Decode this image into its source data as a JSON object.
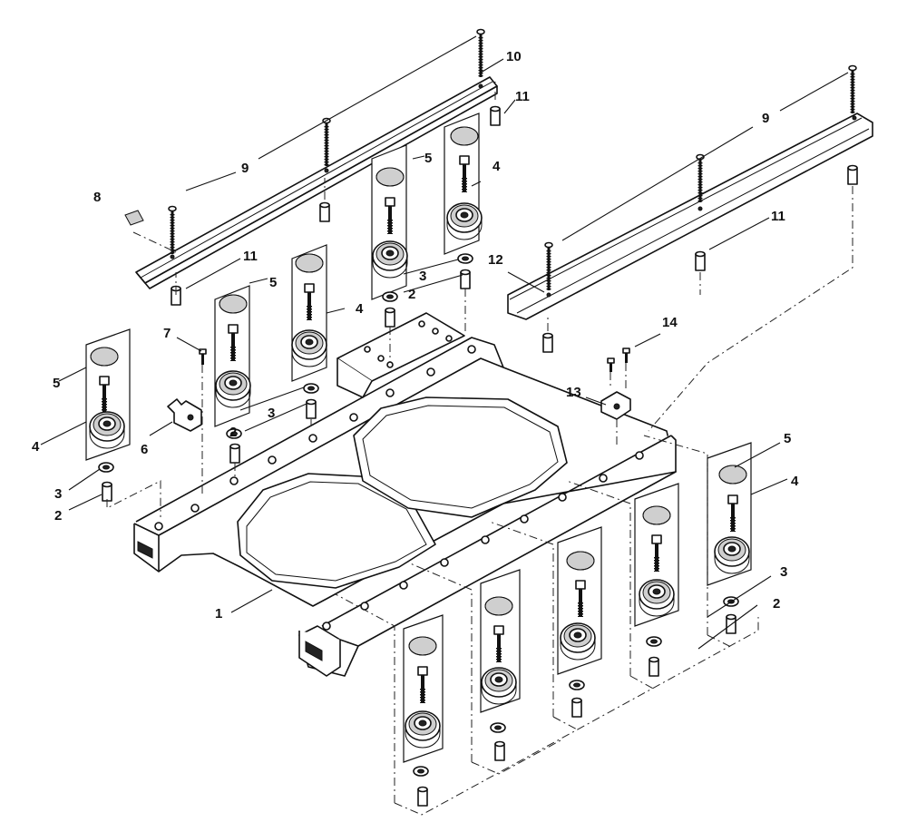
{
  "diagram": {
    "callouts": [
      {
        "id": "c1",
        "label": "1"
      },
      {
        "id": "c2a",
        "label": "2"
      },
      {
        "id": "c2b",
        "label": "2"
      },
      {
        "id": "c2c",
        "label": "2"
      },
      {
        "id": "c2d",
        "label": "2"
      },
      {
        "id": "c3a",
        "label": "3"
      },
      {
        "id": "c3b",
        "label": "3"
      },
      {
        "id": "c3c",
        "label": "3"
      },
      {
        "id": "c3d",
        "label": "3"
      },
      {
        "id": "c4a",
        "label": "4"
      },
      {
        "id": "c4b",
        "label": "4"
      },
      {
        "id": "c4c",
        "label": "4"
      },
      {
        "id": "c4d",
        "label": "4"
      },
      {
        "id": "c5a",
        "label": "5"
      },
      {
        "id": "c5b",
        "label": "5"
      },
      {
        "id": "c5c",
        "label": "5"
      },
      {
        "id": "c5d",
        "label": "5"
      },
      {
        "id": "c6",
        "label": "6"
      },
      {
        "id": "c7",
        "label": "7"
      },
      {
        "id": "c8",
        "label": "8"
      },
      {
        "id": "c9a",
        "label": "9"
      },
      {
        "id": "c9b",
        "label": "9"
      },
      {
        "id": "c10",
        "label": "10"
      },
      {
        "id": "c11a",
        "label": "11"
      },
      {
        "id": "c11b",
        "label": "11"
      },
      {
        "id": "c11c",
        "label": "11"
      },
      {
        "id": "c12",
        "label": "12"
      },
      {
        "id": "c13",
        "label": "13"
      },
      {
        "id": "c14",
        "label": "14"
      }
    ]
  }
}
